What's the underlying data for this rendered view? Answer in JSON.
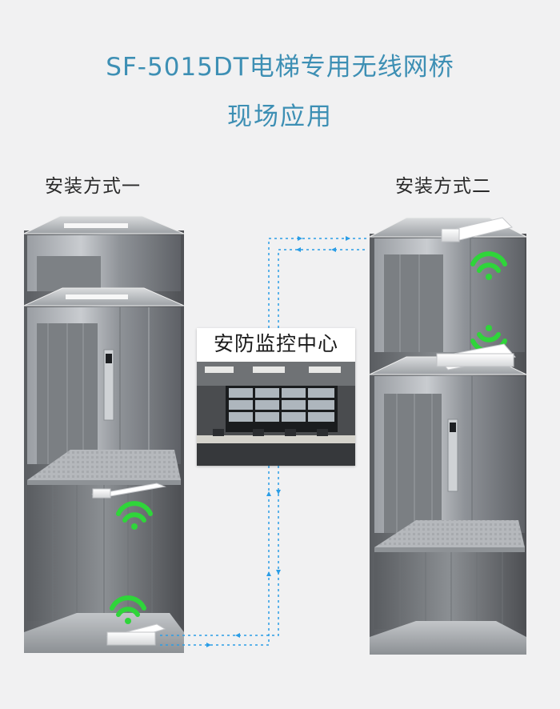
{
  "header": {
    "title": "SF-5015DT电梯专用无线网桥",
    "subtitle": "现场应用"
  },
  "methods": {
    "one": "安装方式一",
    "two": "安装方式二"
  },
  "center": {
    "caption": "安防监控中心"
  },
  "colors": {
    "title": "#3d8fb4",
    "signal": "#2fd53a",
    "link": "#2a9de6"
  },
  "icons": [
    "wifi-signal-icon",
    "wireless-bridge-device",
    "elevator-shaft",
    "monitoring-room-photo"
  ]
}
